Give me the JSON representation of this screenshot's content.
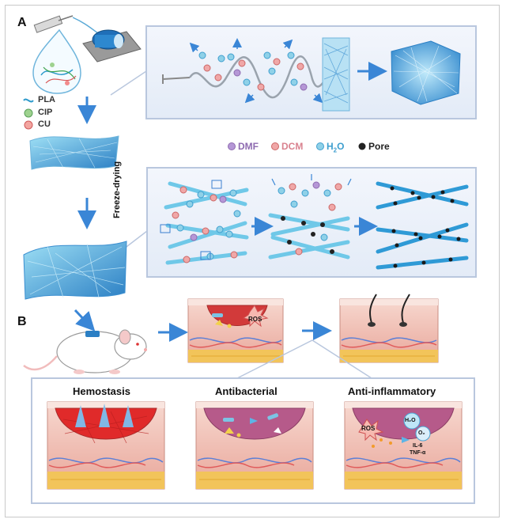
{
  "panel_labels": {
    "a": "A",
    "b": "B"
  },
  "components": {
    "pla": "PLA",
    "cip": "CIP",
    "cu": "CU"
  },
  "molecules": {
    "dmf": "DMF",
    "dcm": "DCM",
    "water_prefix": "H",
    "water_sub": "2",
    "water_suffix": "O",
    "pore": "Pore"
  },
  "process": {
    "freeze_drying": "Freeze-drying"
  },
  "wound": {
    "ros_top": "ROS"
  },
  "functions": {
    "hemostasis": "Hemostasis",
    "antibacterial": "Antibacterial",
    "anti_inflammatory": "Anti-inflammatory",
    "ros": "ROS",
    "h2o": "H₂O",
    "o2": "O₂",
    "il6": "IL-6",
    "tnf": "TNF-α"
  },
  "colors": {
    "dmf": "#8e6bb0",
    "dcm": "#d9828f",
    "water": "#3f9fcf",
    "pore": "#222222",
    "fiber": "#66c2e6",
    "panel_bg": "#eef3fb",
    "arrow": "#3a86d6",
    "tissue_red": "#e03a3a",
    "tissue_pink": "#f2c7bf",
    "fat_yellow": "#f2c45a"
  }
}
